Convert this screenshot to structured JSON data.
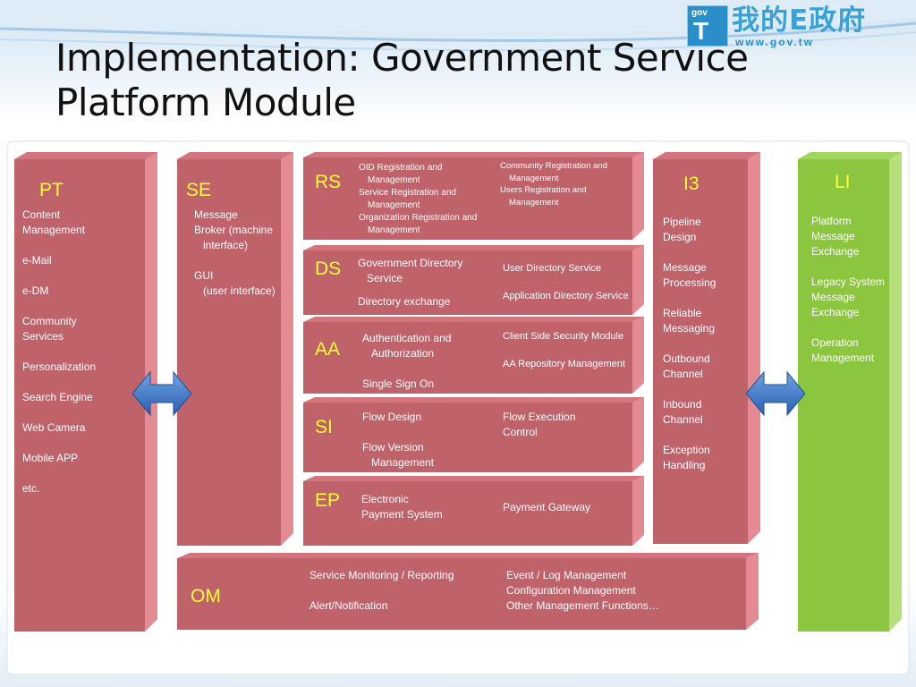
{
  "title_line1": "Implementation: Government Service",
  "title_line2": "Platform Module",
  "logo": {
    "cn": "我的E政府",
    "url": "www.gov.tw",
    "badge": "gov"
  },
  "colors": {
    "box": "#c0626a",
    "box_side": "#d97a82",
    "green": "#8cc63f",
    "green_side": "#b5e07a",
    "label": "#ffff33",
    "arrow": "#2f6fc0"
  },
  "pt": {
    "label": "PT",
    "items": [
      "Content",
      "Management",
      "e-Mail",
      "e-DM",
      "Community",
      "Services",
      "Personalization",
      "Search Engine",
      "Web Camera",
      "Mobile APP",
      "etc."
    ]
  },
  "se": {
    "label": "SE",
    "items": [
      "Message",
      "Broker (machine",
      "interface)",
      "GUI",
      "(user interface)"
    ]
  },
  "rs": {
    "label": "RS",
    "left": [
      "OID Registration and",
      "Management",
      "Service Registration and",
      "Management",
      "Organization Registration and",
      "Management"
    ],
    "right": [
      "Community Registration and",
      "Management",
      "Users Registration and",
      "Management"
    ]
  },
  "ds": {
    "label": "DS",
    "left": [
      "Government Directory",
      "Service",
      "Directory exchange"
    ],
    "right": [
      "User Directory Service",
      "Application Directory Service"
    ]
  },
  "aa": {
    "label": "AA",
    "left": [
      "Authentication and",
      "Authorization",
      "Single Sign On"
    ],
    "right": [
      "Client Side Security Module",
      "AA Repository Management"
    ]
  },
  "si": {
    "label": "SI",
    "left": [
      "Flow  Design",
      "Flow Version",
      "Management"
    ],
    "right": [
      "Flow Execution",
      "Control"
    ]
  },
  "ep": {
    "label": "EP",
    "left": [
      "Electronic",
      "Payment System"
    ],
    "right": [
      "Payment Gateway"
    ]
  },
  "i3": {
    "label": "I3",
    "items": [
      "Pipeline",
      "Design",
      "Message",
      "Processing",
      "Reliable",
      "Messaging",
      "Outbound",
      "Channel",
      "Inbound",
      "Channel",
      "Exception",
      "Handling"
    ]
  },
  "li": {
    "label": "LI",
    "items": [
      "Platform",
      "Message",
      "Exchange",
      "Legacy System",
      "Message",
      "Exchange",
      "Operation",
      "Management"
    ]
  },
  "om": {
    "label": "OM",
    "left": [
      "Service Monitoring / Reporting",
      "Alert/Notification"
    ],
    "right": [
      "Event / Log Management",
      "Configuration Management",
      "Other Management Functions…"
    ]
  }
}
